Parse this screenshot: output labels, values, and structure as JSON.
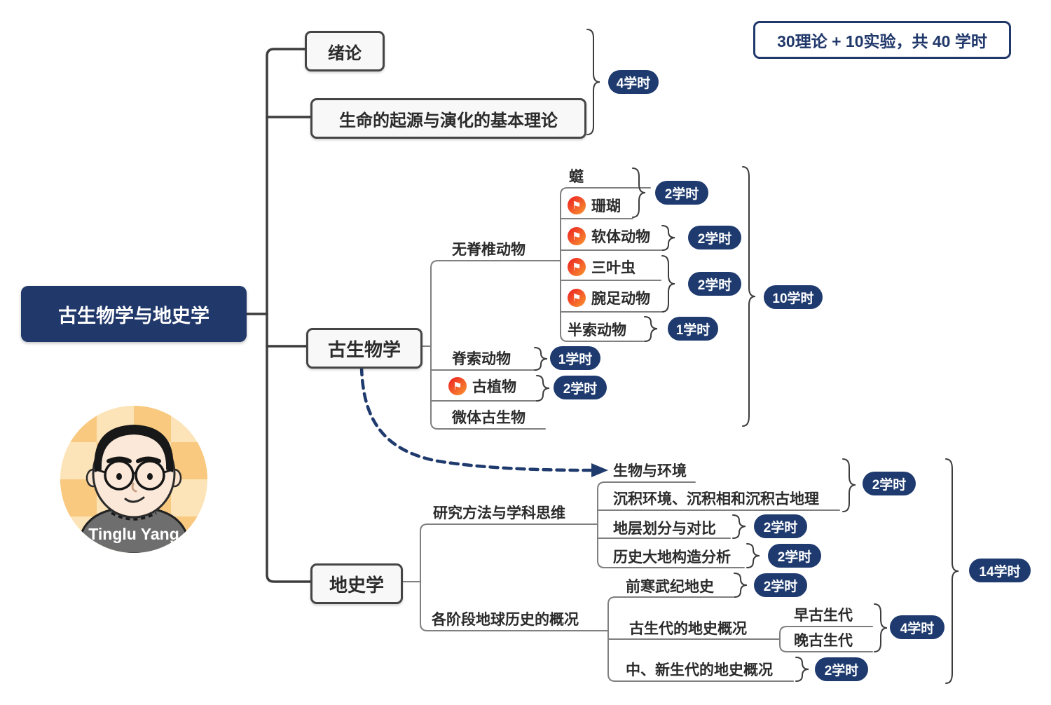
{
  "summary": {
    "label": "30理论 + 10实验，共 40 学时"
  },
  "root": {
    "label": "古生物学与地史学"
  },
  "author": {
    "name": "Tinglu Yang"
  },
  "topics": {
    "intro": "绪论",
    "life_origin": "生命的起源与演化的基本理论",
    "paleontology": "古生物学",
    "invertebrates": "无脊椎动物",
    "fusulinid": "䗴",
    "coral": "珊瑚",
    "mollusca": "软体动物",
    "trilobite": "三叶虫",
    "brachiopod": "腕足动物",
    "hemichordata": "半索动物",
    "chordata": "脊索动物",
    "paleobotany": "古植物",
    "micropaleontology": "微体古生物",
    "historical_geology": "地史学",
    "research_methods": "研究方法与学科思维",
    "bio_environment": "生物与环境",
    "sedimentary": "沉积环境、沉积相和沉积古地理",
    "strata_division": "地层划分与对比",
    "tectonic_analysis": "历史大地构造分析",
    "precambrian": "前寒武纪地史",
    "stages_overview": "各阶段地球历史的概况",
    "paleozoic": "古生代的地史概况",
    "early_paleozoic": "早古生代",
    "late_paleozoic": "晚古生代",
    "meso_cenozoic": "中、新生代的地史概况"
  },
  "hours": {
    "intro_group": "4学时",
    "fusulinid_coral": "2学时",
    "mollusca": "2学时",
    "trilobite_brachiopod": "2学时",
    "hemichordata": "1学时",
    "chordata": "1学时",
    "paleobotany": "2学时",
    "paleontology_total": "10学时",
    "bio_sedimentary": "2学时",
    "strata_division": "2学时",
    "tectonic_analysis": "2学时",
    "precambrian": "2学时",
    "paleozoic": "4学时",
    "meso_cenozoic": "2学时",
    "historical_total": "14学时"
  },
  "icons": {
    "flag": "⚑"
  },
  "colors": {
    "navy": "#1e3a6e",
    "flag_red": "#ee4323",
    "line_gray": "#7f7f7f",
    "line_dark": "#3d3d3d"
  }
}
